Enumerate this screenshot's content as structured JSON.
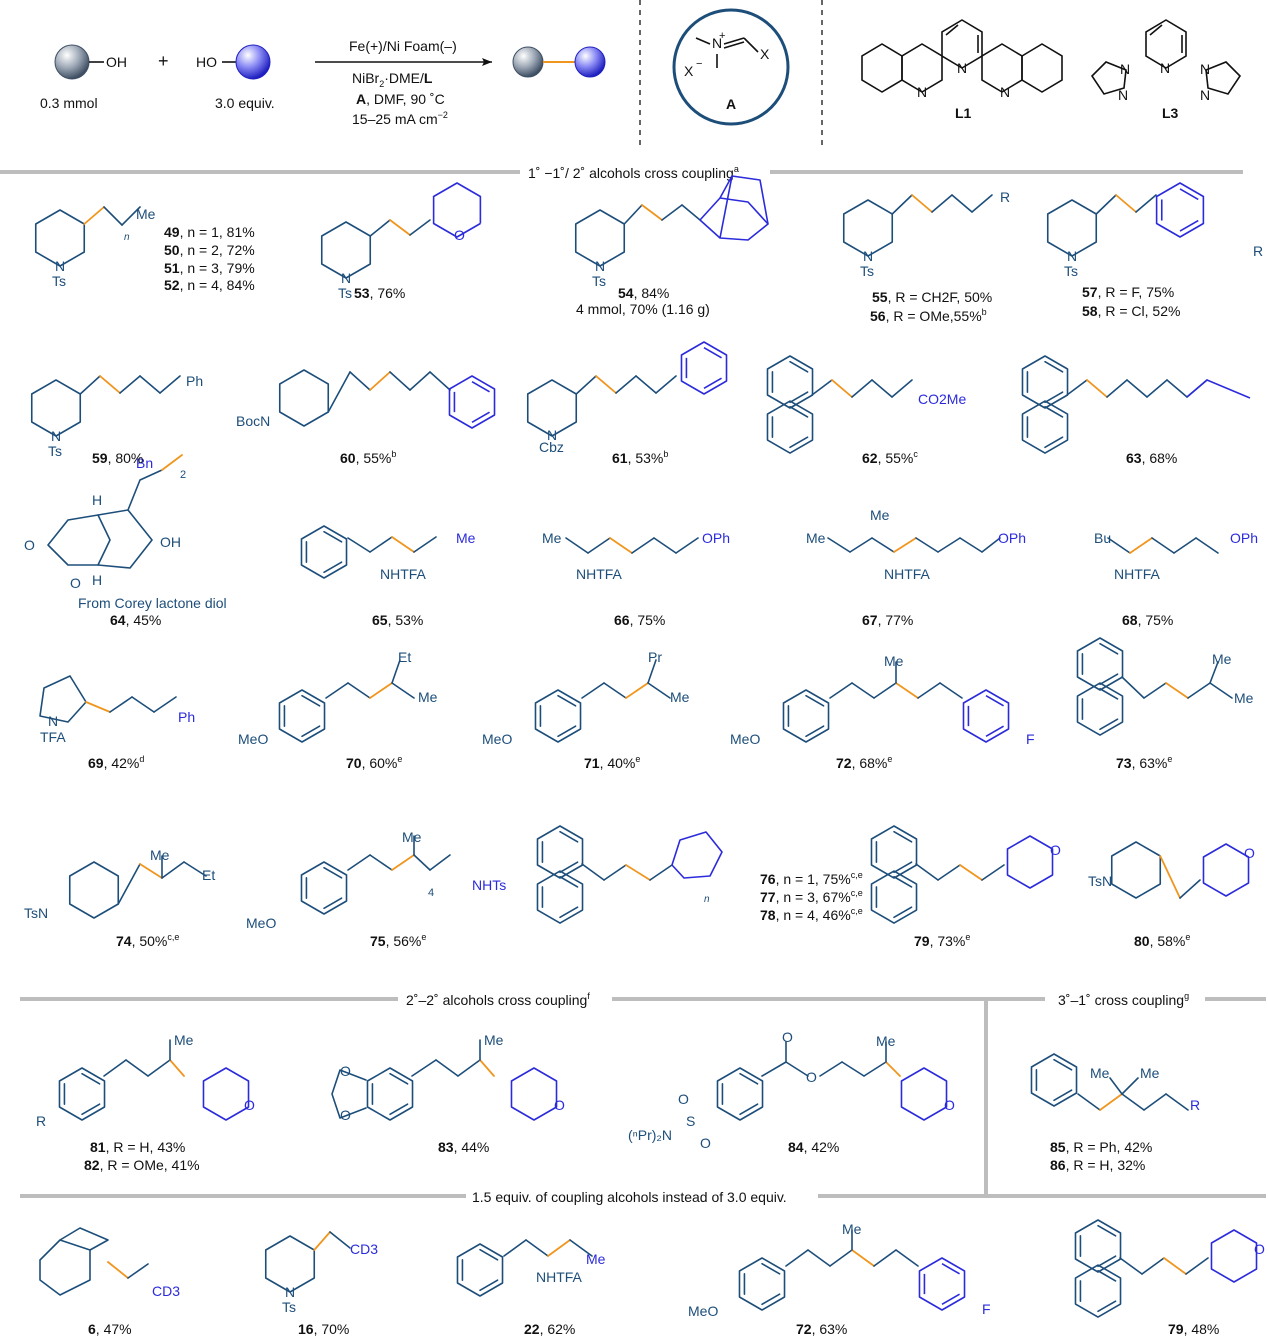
{
  "scheme": {
    "reactant_left_group": "OH",
    "reactant_left_amount": "0.3 mmol",
    "plus": "+",
    "reactant_right_group": "HO",
    "reactant_right_amount": "3.0 equiv.",
    "cond_line1": "Fe(+)/Ni Foam(–)",
    "cond_line2_a": "NiBr",
    "cond_line2_b": "2",
    "cond_line2_c": "·DME/",
    "cond_line2_d": "L",
    "cond_line3_a": "A",
    "cond_line3_b": ", DMF, 90 ˚C",
    "cond_line4_a": "15–25 mA cm",
    "cond_line4_b": "−2",
    "reagent_label": "A",
    "reagent_x": "X",
    "reagent_xminus": "X",
    "ligand_1": "L1",
    "ligand_3": "L3"
  },
  "sections": {
    "s1": "1˚ −1˚/ 2˚ alcohols cross coupling",
    "s1_sup": "a",
    "s2": "2˚–2˚ alcohols cross coupling",
    "s2_sup": "f",
    "s3": "3˚–1˚ cross coupling",
    "s3_sup": "g",
    "s4": "1.5 equiv. of coupling alcohols instead of 3.0 equiv."
  },
  "atoms": {
    "Ts": "Ts",
    "N": "N",
    "O": "O",
    "Me": "Me",
    "Et": "Et",
    "R": "R",
    "Ph": "Ph",
    "BocN": "BocN",
    "Cbz": "Cbz",
    "CO2Me": "CO2Me",
    "Bn": "Bn",
    "H": "H",
    "OH": "OH",
    "OPh": "OPh",
    "NHTFA": "NHTFA",
    "TFA": "TFA",
    "MeO": "MeO",
    "F": "F",
    "TsN": "TsN",
    "NHTs": "NHTs",
    "CD3": "CD3",
    "nPr": "Pr",
    "tBu": "Bu",
    "n": "n",
    "two": "2",
    "four": "4",
    "nPr2N": "(ⁿPr)₂N",
    "S": "S"
  },
  "corey_note": "From Corey lactone diol",
  "yields": [
    {
      "id": "49",
      "text": ", n = 1, 81%"
    },
    {
      "id": "50",
      "text": ", n = 2, 72%"
    },
    {
      "id": "51",
      "text": ", n = 3, 79%"
    },
    {
      "id": "52",
      "text": ", n = 4, 84%"
    },
    {
      "id": "53",
      "text": ", 76%"
    },
    {
      "id": "54",
      "text": ", 84%"
    },
    {
      "id": "54b",
      "text": "4 mmol, 70% (1.16 g)"
    },
    {
      "id": "55",
      "text": ", R = CH2F, 50%"
    },
    {
      "id": "56",
      "text": ", R = OMe,55%",
      "sup": "b"
    },
    {
      "id": "57",
      "text": ", R = F, 75%"
    },
    {
      "id": "58",
      "text": ", R = Cl, 52%"
    },
    {
      "id": "59",
      "text": ", 80%"
    },
    {
      "id": "60",
      "text": ", 55%",
      "sup": "b"
    },
    {
      "id": "61",
      "text": ", 53%",
      "sup": "b"
    },
    {
      "id": "62",
      "text": ", 55%",
      "sup": "c"
    },
    {
      "id": "63",
      "text": ", 68%"
    },
    {
      "id": "64",
      "text": ", 45%"
    },
    {
      "id": "65",
      "text": ", 53%"
    },
    {
      "id": "66",
      "text": ", 75%"
    },
    {
      "id": "67",
      "text": ", 77%"
    },
    {
      "id": "68",
      "text": ", 75%"
    },
    {
      "id": "69",
      "text": ", 42%",
      "sup": "d"
    },
    {
      "id": "70",
      "text": ", 60%",
      "sup": "e"
    },
    {
      "id": "71",
      "text": ", 40%",
      "sup": "e"
    },
    {
      "id": "72",
      "text": ", 68%",
      "sup": "e"
    },
    {
      "id": "73",
      "text": ", 63%",
      "sup": "e"
    },
    {
      "id": "74",
      "text": ", 50%",
      "sup": "c,e"
    },
    {
      "id": "75",
      "text": ", 56%",
      "sup": "e"
    },
    {
      "id": "76",
      "text": ", n = 1, 75%",
      "sup": "c,e"
    },
    {
      "id": "77",
      "text": ", n = 3, 67%",
      "sup": "c,e"
    },
    {
      "id": "78",
      "text": ", n = 4, 46%",
      "sup": "c,e"
    },
    {
      "id": "79",
      "text": ", 73%",
      "sup": "e"
    },
    {
      "id": "80",
      "text": ", 58%",
      "sup": "e"
    },
    {
      "id": "81",
      "text": ", R = H, 43%"
    },
    {
      "id": "82",
      "text": ", R = OMe, 41%"
    },
    {
      "id": "83",
      "text": ", 44%"
    },
    {
      "id": "84",
      "text": ", 42%"
    },
    {
      "id": "85",
      "text": ", R = Ph, 42%"
    },
    {
      "id": "86",
      "text": ", R = H, 32%"
    },
    {
      "id": "6",
      "text": ", 47%"
    },
    {
      "id": "16",
      "text": ", 70%"
    },
    {
      "id": "22",
      "text": ", 62%"
    },
    {
      "id": "72b",
      "text": ", 63%"
    },
    {
      "id": "79b",
      "text": ", 48%"
    }
  ],
  "colors": {
    "structure": "#1d4e7a",
    "new_bond": "#f0961e",
    "second_fragment": "#2b2bdc",
    "divider": "#bdbdbd"
  }
}
